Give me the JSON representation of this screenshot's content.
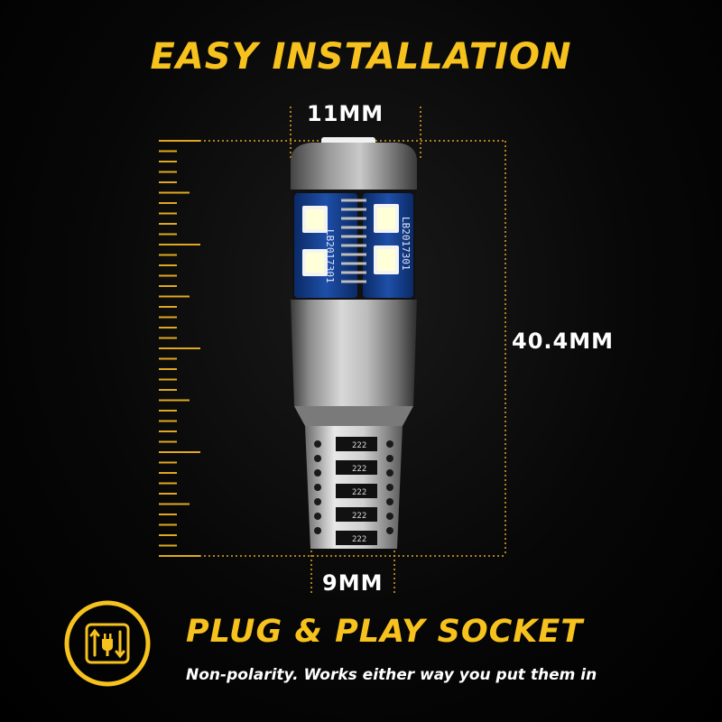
{
  "headline": "EASY INSTALLATION",
  "dimensions": {
    "top_width": "11MM",
    "height": "40.4MM",
    "base_width": "9MM"
  },
  "bulb": {
    "chip_code": "LB2017301",
    "base_code": "222"
  },
  "feature": {
    "icon": "plug-swap-icon",
    "title": "PLUG & PLAY SOCKET",
    "description": "Non-polarity. Works either way you put them in"
  },
  "colors": {
    "accent": "#f7c21d",
    "background": "#000000",
    "text": "#ffffff"
  }
}
